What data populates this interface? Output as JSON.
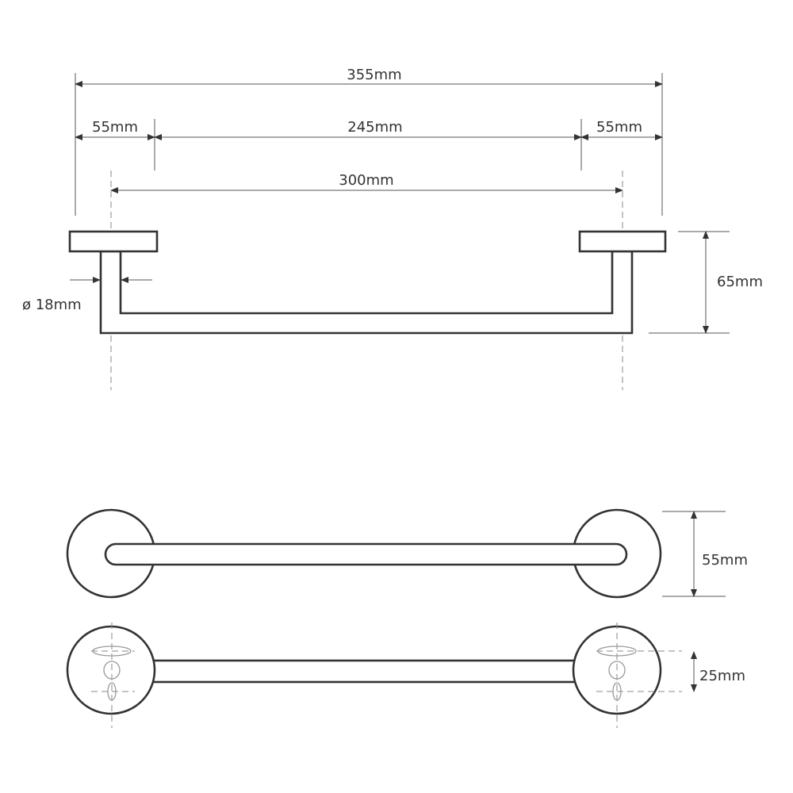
{
  "dimensions": {
    "overall_width": "355mm",
    "plate_left": "55mm",
    "bar_span": "245mm",
    "plate_right": "55mm",
    "center_distance": "300mm",
    "depth": "65mm",
    "tube_diameter": "ø 18mm",
    "plate_diameter": "55mm",
    "hole_spacing": "25mm"
  }
}
